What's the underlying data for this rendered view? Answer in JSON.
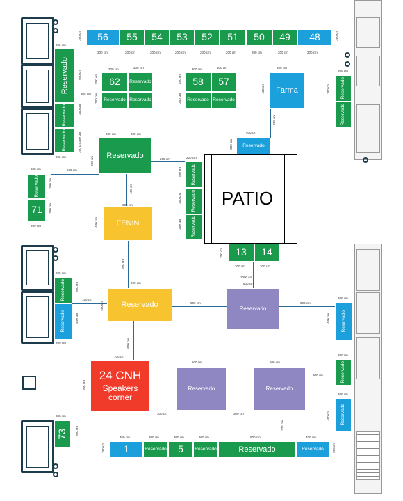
{
  "map": {
    "patio_label": "PATIO",
    "top_row": [
      "56",
      "55",
      "54",
      "53",
      "52",
      "51",
      "50",
      "49",
      "48"
    ],
    "booth_62": "62",
    "booth_58": "58",
    "booth_57": "57",
    "booth_71": "71",
    "booth_13": "13",
    "booth_14": "14",
    "booth_73": "73",
    "booth_1": "1",
    "booth_5": "5",
    "farma": "Farma",
    "fenin": "FENIN",
    "reservado": "Reservado",
    "cnh_title": "24 CNH",
    "cnh_sub_1": "Speakers",
    "cnh_sub_2": "corner",
    "dims": {
      "d200": "200 cm",
      "d300": "300 cm",
      "d400": "400 cm",
      "d600": "600 cm",
      "d665": "665 cm",
      "d265": "265 cm",
      "d150": "150 cm",
      "d700": "700 cm",
      "d900": "900 cm",
      "d365": "365 cm",
      "d375": "375 cm",
      "d250": "250 cm",
      "d1000": "1000 cm",
      "d1200": "1200 cm"
    },
    "colors": {
      "green": "#1a9a4d",
      "blue": "#1ca0dc",
      "yellow": "#f7c32e",
      "purple": "#8f87c1",
      "red": "#f03a2a"
    }
  }
}
